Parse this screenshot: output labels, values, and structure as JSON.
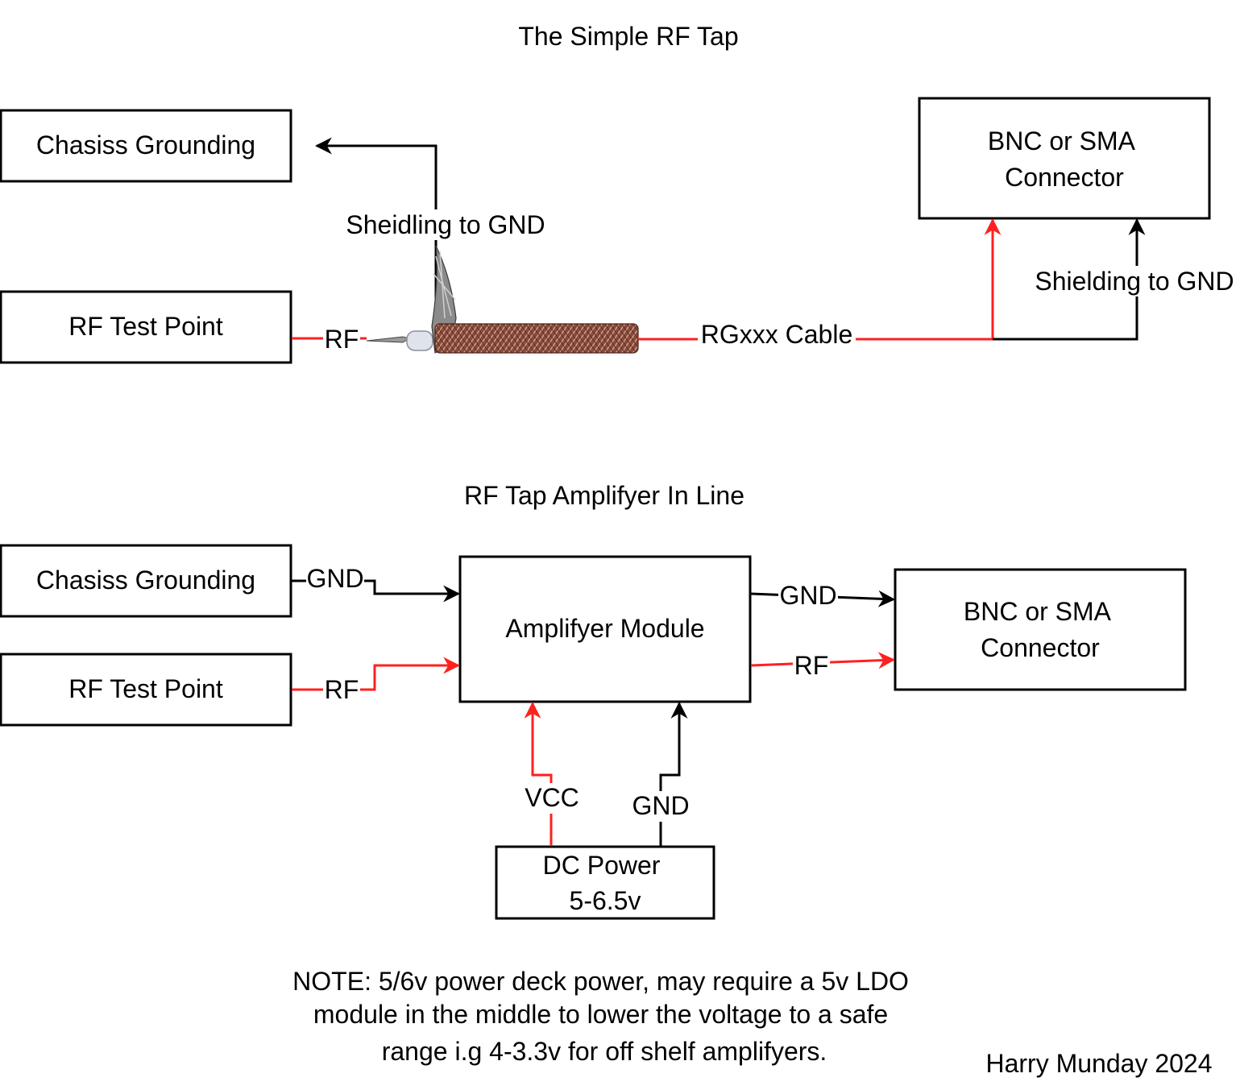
{
  "top": {
    "title": "The Simple RF Tap",
    "chassis_box": "Chasiss Grounding",
    "test_point_box": "RF Test Point",
    "connector_box": [
      "BNC or SMA",
      "Connector"
    ],
    "rf_label": "RF",
    "shield_label": "Sheidling to GND",
    "cable_label": "RGxxx Cable",
    "connector_shield_label": "Shielding to GND"
  },
  "bottom": {
    "title": "RF Tap Amplifyer In Line",
    "chassis_box": "Chasiss Grounding",
    "test_point_box": "RF Test Point",
    "amp_box": "Amplifyer Module",
    "connector_box": [
      "BNC or SMA",
      "Connector"
    ],
    "power_box": [
      "DC Power",
      "5-6.5v"
    ],
    "gnd_in_label": "GND",
    "rf_in_label": "RF",
    "gnd_out_label": "GND",
    "rf_out_label": "RF",
    "vcc_label": "VCC",
    "gnd_power_label": "GND"
  },
  "note": [
    "NOTE: 5/6v power deck power, may require a 5v LDO",
    "module in the middle to lower the voltage to a safe",
    "range i.g 4-3.3v for off shelf amplifyers."
  ],
  "author": "Harry Munday 2024",
  "colors": {
    "rf": "#ff2020",
    "gnd": "#000000",
    "cable": "#8a4a3a"
  }
}
